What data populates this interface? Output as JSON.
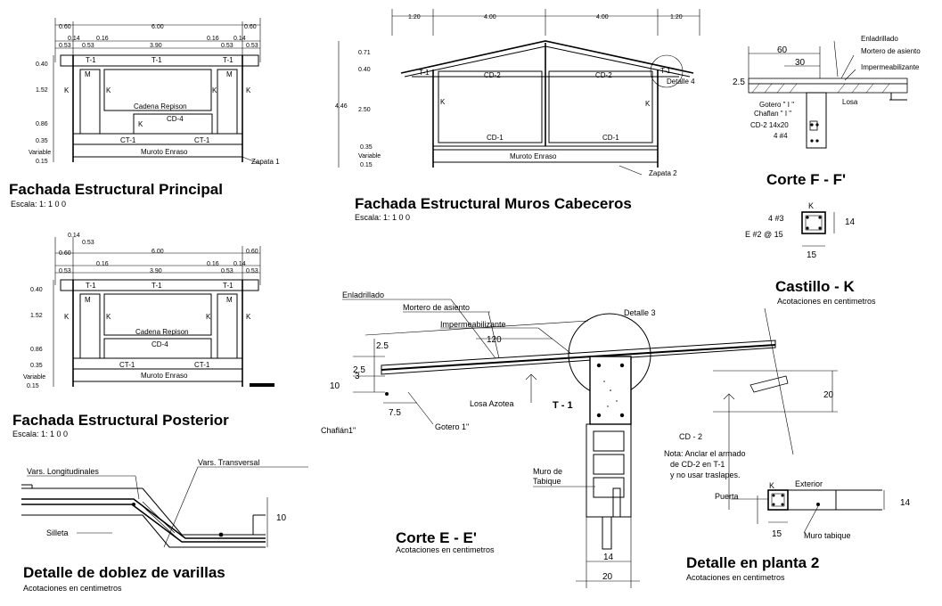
{
  "views": {
    "principal": {
      "title": "Fachada Estructural Principal",
      "scale": "Escala: 1: 1 0 0",
      "dims_top": [
        "0.60",
        "6.00",
        "0.60"
      ],
      "dims_mid": [
        "0.14",
        "0.16",
        "0.16",
        "0.14"
      ],
      "dims_row2": [
        "0.53",
        "0.53",
        "3.90",
        "0.53",
        "0.53"
      ],
      "dims_left": [
        "0.40",
        "1.52",
        "0.86",
        "0.35",
        "Variable",
        "0.15"
      ],
      "beam_labels": [
        "T-1",
        "T-1",
        "T-1"
      ],
      "col_labels": [
        "M",
        "M",
        "K",
        "K",
        "K",
        "K",
        "K"
      ],
      "cadena": "Cadena Repison",
      "cd4": "CD-4",
      "ct": [
        "CT-1",
        "CT-1"
      ],
      "muro": "Muroto Enraso",
      "zapata": "Zapata 1"
    },
    "posterior": {
      "title": "Fachada Estructural Posterior",
      "scale": "Escala: 1: 1 0 0",
      "dims_top": [
        "0.14",
        "0.53",
        "0.60",
        "6.00",
        "0.60"
      ],
      "dims_mid": [
        "0.16",
        "0.16",
        "0.14"
      ],
      "dims_row2": [
        "0.53",
        "3.90",
        "0.53",
        "0.53"
      ],
      "dims_left": [
        "0.40",
        "1.52",
        "0.86",
        "0.35",
        "Variable",
        "0.15"
      ],
      "beam_labels": [
        "T-1",
        "T-1",
        "T-1"
      ],
      "col_labels": [
        "M",
        "M",
        "K",
        "K",
        "K",
        "K"
      ],
      "cadena": "Cadena Repison",
      "cd4": "CD-4",
      "ct": [
        "CT-1",
        "CT-1"
      ],
      "muro": "Muroto Enraso"
    },
    "cabeceros": {
      "title": "Fachada Estructural Muros Cabeceros",
      "scale": "Escala: 1: 1 0 0",
      "dims_top": [
        "1.20",
        "4.00",
        "4.00",
        "1.20"
      ],
      "dims_left": [
        "0.71",
        "0.40",
        "4.46",
        "2.50",
        "0.35",
        "Variable",
        "0.15"
      ],
      "t1": [
        "T-1",
        "T-1"
      ],
      "cd2": [
        "CD-2",
        "CD-2"
      ],
      "cd1": [
        "CD-1",
        "CD-1"
      ],
      "k": [
        "K",
        "K"
      ],
      "detalle": "Detalle 4",
      "muro": "Muroto Enraso",
      "zapata": "Zapata 2"
    },
    "corte_f": {
      "title": "Corte F - F'",
      "enladrillado": "Enladrillado",
      "mortero": "Mortero de asiento",
      "imper": "Impermeabilizante",
      "dims": [
        "60",
        "30",
        "2.5"
      ],
      "gotero": "Gotero \" I \"",
      "chaflan": "Chaflan \" I \"",
      "losa": "Losa",
      "cd2": "CD-2 14x20",
      "bars": "4 #4"
    },
    "castillo": {
      "title": "Castillo - K",
      "sub": "Acotaciones en centimetros",
      "k": "K",
      "bars": "4 #3",
      "stirrups": "E #2 @ 15",
      "dims": [
        "14",
        "15"
      ]
    },
    "corte_e": {
      "title": "Corte E - E'",
      "sub": "Acotaciones en centimetros",
      "enladrillado": "Enladrillado",
      "mortero": "Mortero de asiento",
      "imper": "Impermeabilizante",
      "detalle3": "Detalle  3",
      "dims_left": [
        "2.5",
        "2.5",
        "3",
        "10",
        "7.5"
      ],
      "d120": "120",
      "losa": "Losa Azotea",
      "t1": "T - 1",
      "chaflan": "Chaflán1\"",
      "gotero": "Gotero 1\"",
      "cd2": "CD - 2",
      "nota": [
        "Nota: Anclar el armado",
        "de CD-2 en T-1",
        "y no usar traslapes."
      ],
      "muro": [
        "Muro de",
        "Tabique"
      ],
      "dims_bottom": [
        "14",
        "20"
      ],
      "d20": "20"
    },
    "planta2": {
      "title": "Detalle en planta 2",
      "sub": "Acotaciones en centimetros",
      "k": "K",
      "exterior": "Exterior",
      "puerta": "Puerta",
      "muro": "Muro tabique",
      "dims": [
        "15",
        "14"
      ]
    },
    "doblez": {
      "title": "Detalle de doblez de varillas",
      "sub": "Acotaciones en centimetros",
      "long": "Vars. Longitudinales",
      "trans": "Vars. Transversal",
      "silleta": "Silleta",
      "d10": "10"
    }
  }
}
